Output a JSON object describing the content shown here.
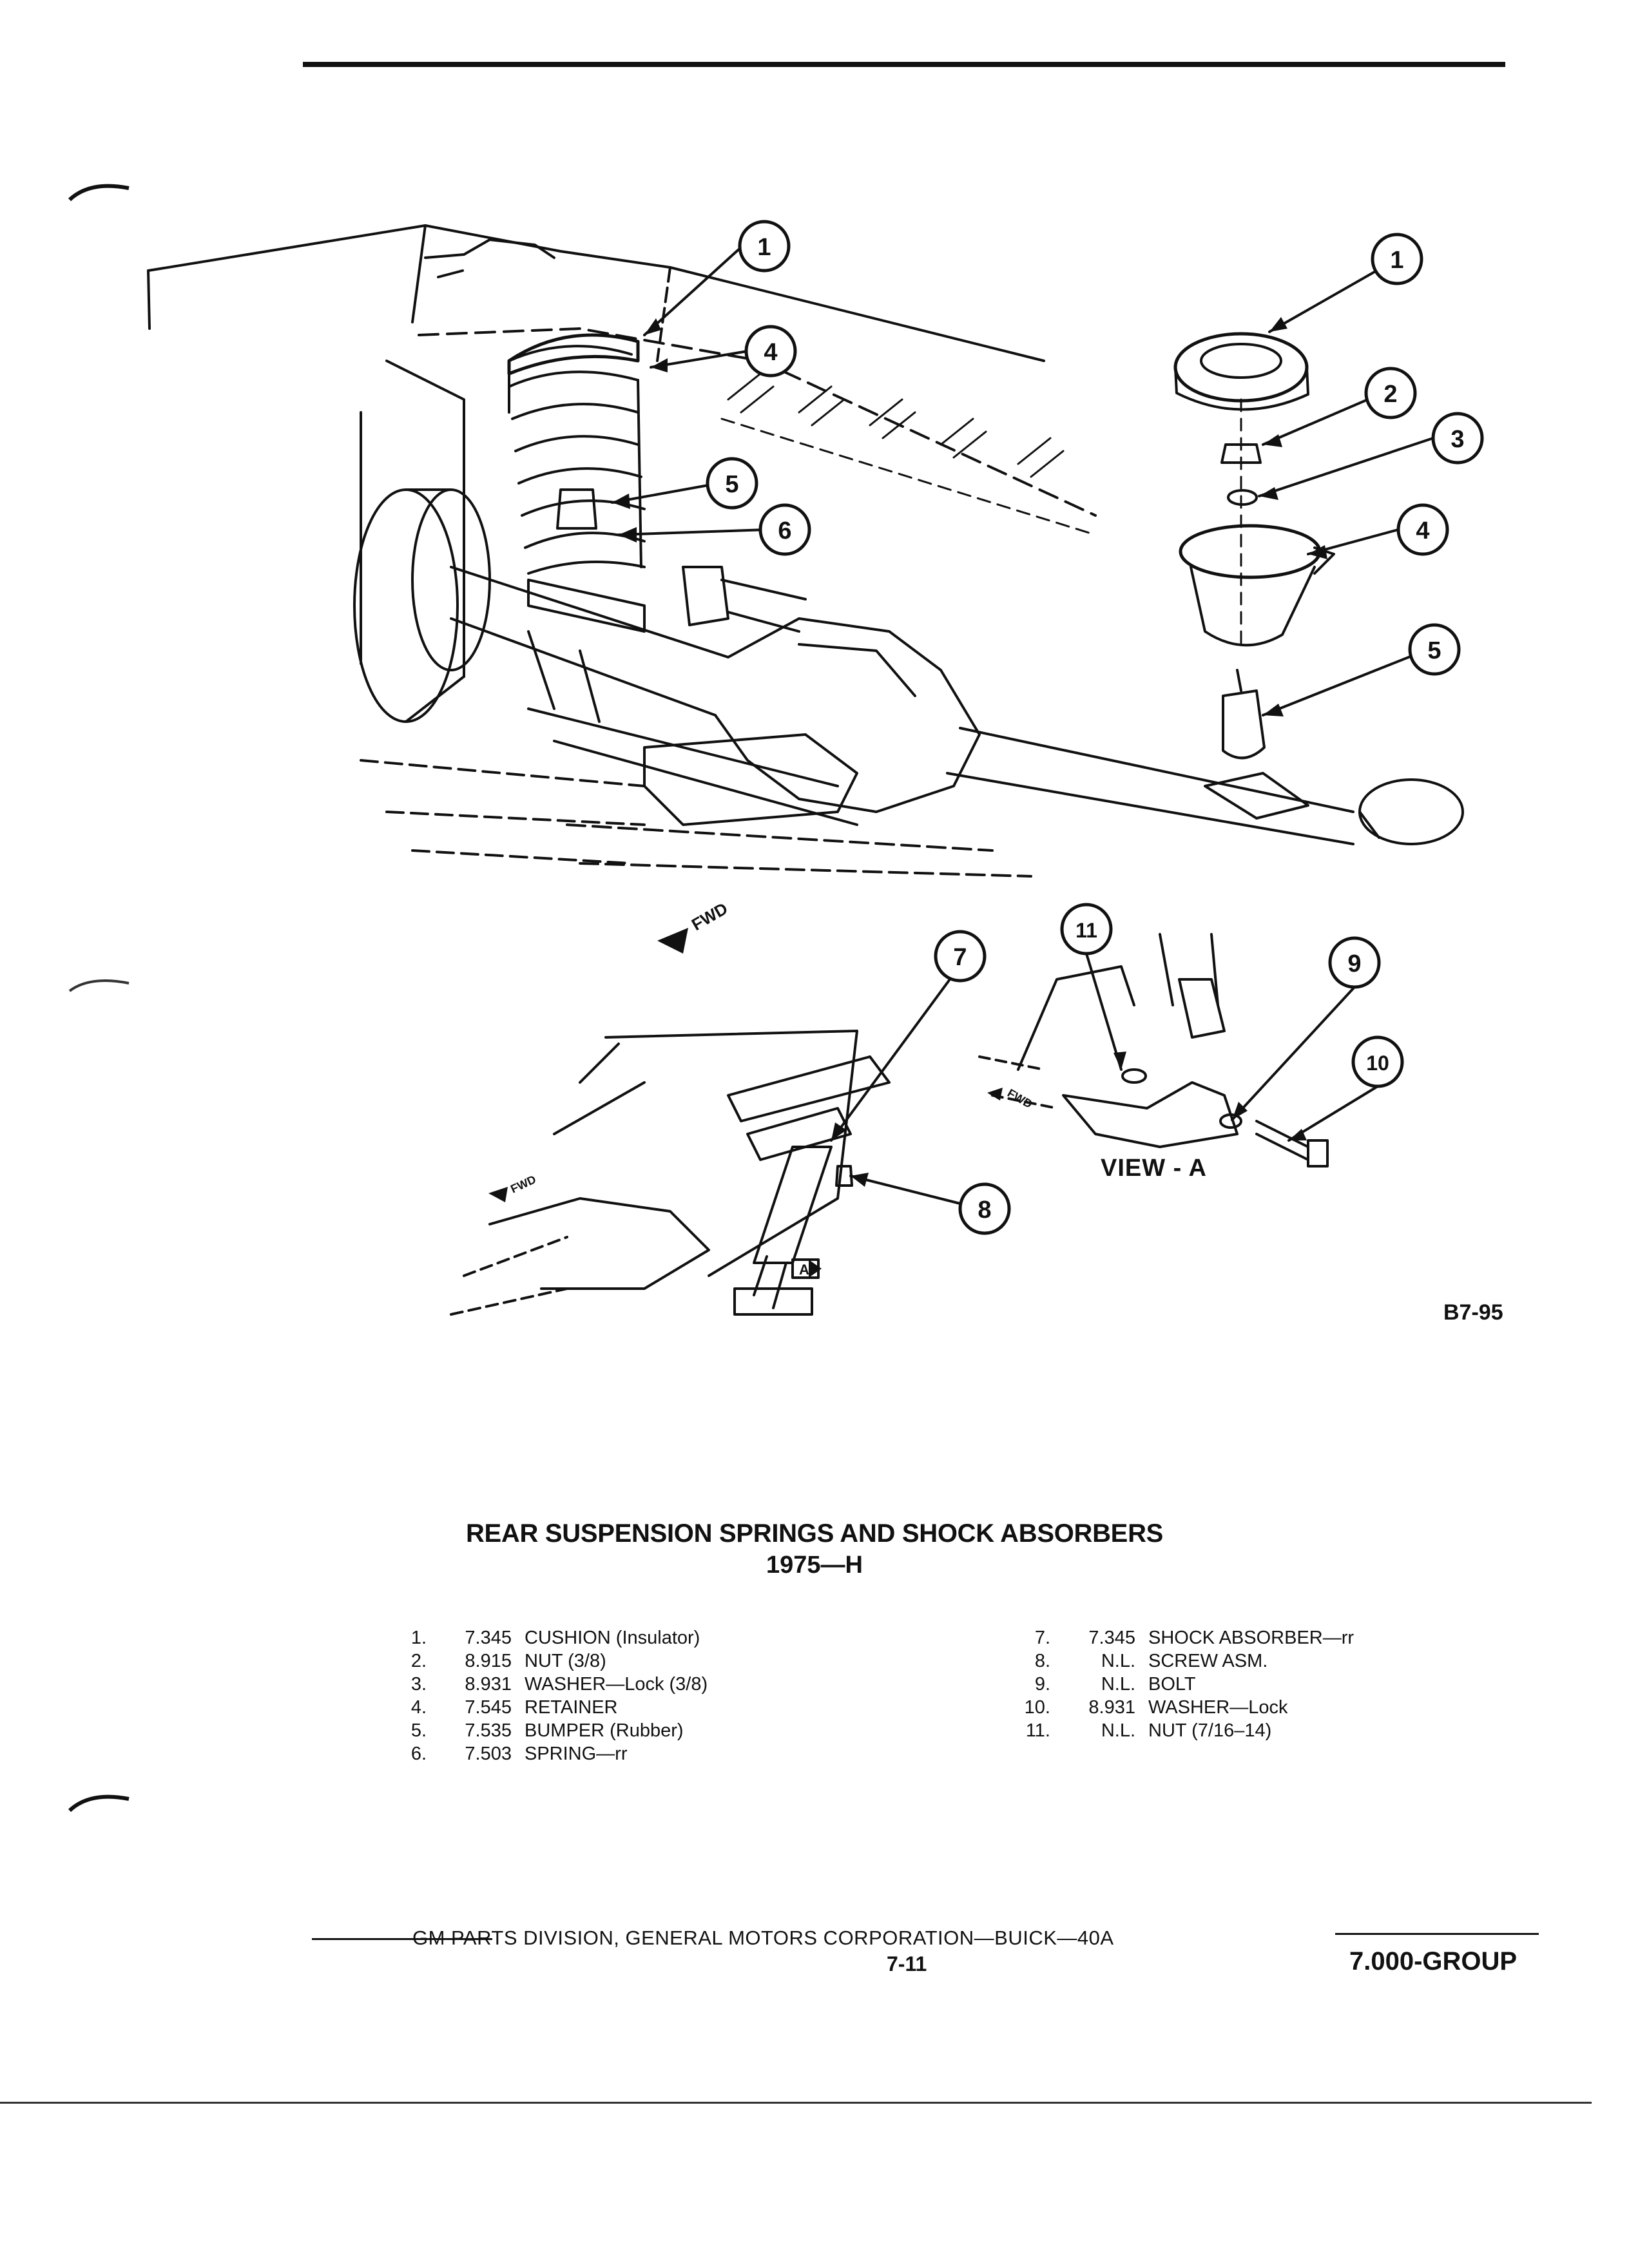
{
  "figure": {
    "id": "B7-95",
    "view_label": "VIEW - A",
    "fwd_label": "FWD",
    "view_marker": "A",
    "callouts": [
      "1",
      "2",
      "3",
      "4",
      "5",
      "6",
      "7",
      "8",
      "9",
      "10",
      "11"
    ]
  },
  "title": {
    "main": "REAR SUSPENSION SPRINGS AND SHOCK ABSORBERS",
    "sub": "1975—H"
  },
  "parts_left": [
    {
      "num": "1.",
      "part": "7.345",
      "desc": "CUSHION (Insulator)"
    },
    {
      "num": "2.",
      "part": "8.915",
      "desc": "NUT (3/8)"
    },
    {
      "num": "3.",
      "part": "8.931",
      "desc": "WASHER—Lock (3/8)"
    },
    {
      "num": "4.",
      "part": "7.545",
      "desc": "RETAINER"
    },
    {
      "num": "5.",
      "part": "7.535",
      "desc": "BUMPER (Rubber)"
    },
    {
      "num": "6.",
      "part": "7.503",
      "desc": "SPRING—rr"
    }
  ],
  "parts_right": [
    {
      "num": "7.",
      "part": "7.345",
      "desc": "SHOCK ABSORBER—rr"
    },
    {
      "num": "8.",
      "part": "N.L.",
      "desc": "SCREW ASM."
    },
    {
      "num": "9.",
      "part": "N.L.",
      "desc": "BOLT"
    },
    {
      "num": "10.",
      "part": "8.931",
      "desc": "WASHER—Lock"
    },
    {
      "num": "11.",
      "part": "N.L.",
      "desc": "NUT (7/16–14)"
    }
  ],
  "footer": {
    "publisher": "GM PARTS DIVISION, GENERAL MOTORS CORPORATION—BUICK—40A",
    "page": "7-11",
    "group": "7.000-GROUP"
  }
}
